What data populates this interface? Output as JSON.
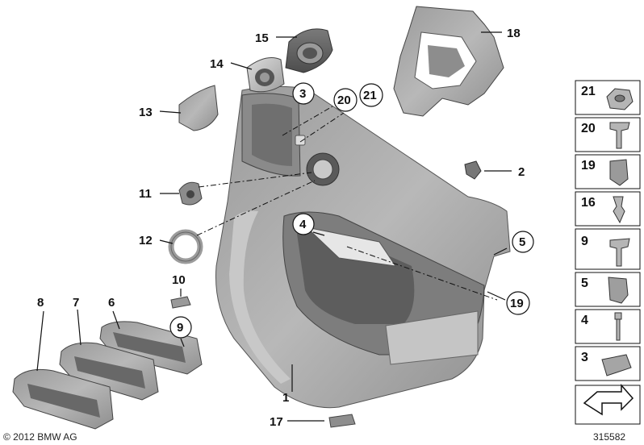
{
  "callouts": {
    "c1": "1",
    "c2": "2",
    "c3": "3",
    "c4": "4",
    "c5": "5",
    "c6": "6",
    "c7": "7",
    "c8": "8",
    "c9": "9",
    "c10": "10",
    "c11": "11",
    "c12": "12",
    "c13": "13",
    "c14": "14",
    "c15": "15",
    "c17": "17",
    "c18": "18",
    "c19": "19",
    "c20": "20",
    "c21": "21"
  },
  "legend": [
    "21",
    "20",
    "19",
    "16",
    "9",
    "5",
    "4",
    "3"
  ],
  "copyright": "© 2012 BMW AG",
  "diagram_number": "315582",
  "colors": {
    "part_fill": "#a9a9a9",
    "part_dark": "#6e6e6e",
    "part_light": "#cfcfcf",
    "line": "#111111"
  }
}
